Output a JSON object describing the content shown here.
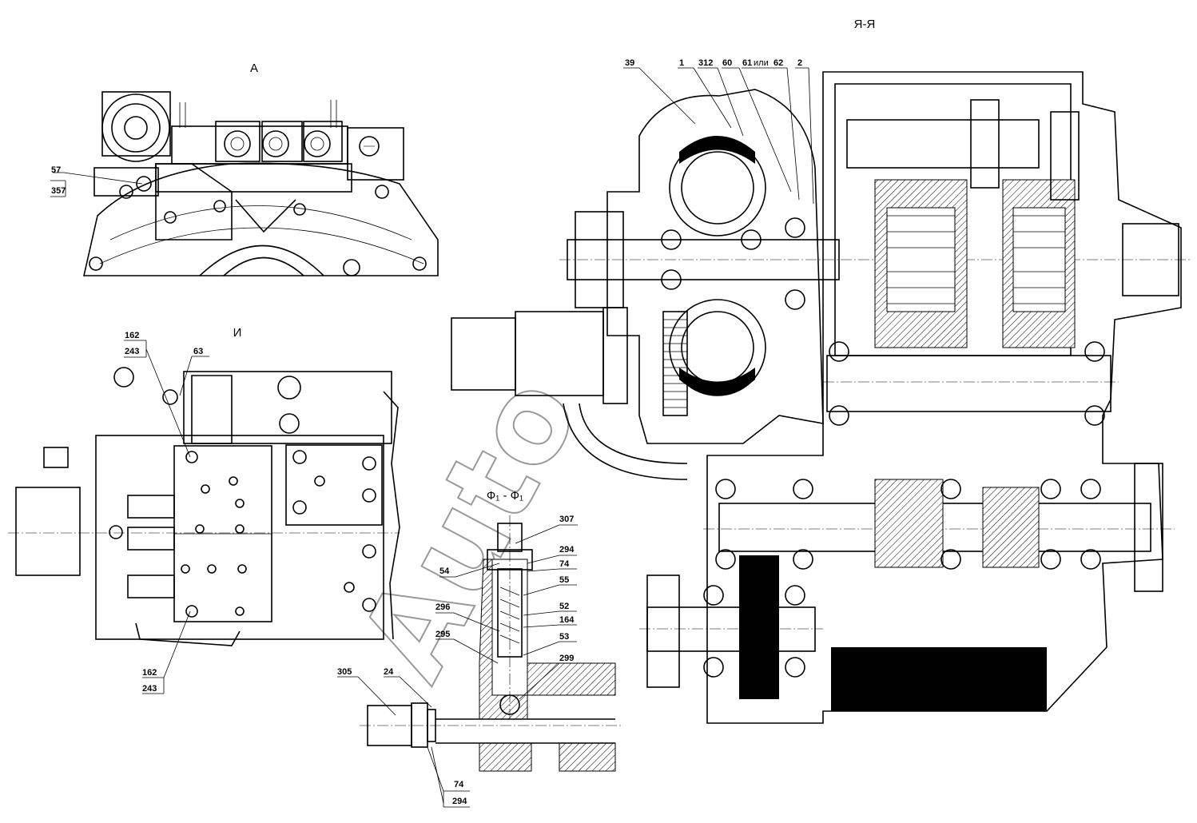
{
  "views": {
    "a": {
      "title": "А",
      "labels": [
        "57",
        "357"
      ]
    },
    "i": {
      "title": "И",
      "labels": [
        "162",
        "243",
        "63",
        "162",
        "243"
      ]
    },
    "f": {
      "title": "Ф₁ - Ф₁",
      "labels": [
        "307",
        "294",
        "74",
        "54",
        "55",
        "52",
        "164",
        "296",
        "53",
        "295",
        "299",
        "305",
        "24",
        "74",
        "294"
      ]
    },
    "ya": {
      "title": "Я-Я",
      "labels": [
        "39",
        "1",
        "312",
        "60",
        "61",
        "2"
      ],
      "label_or": "или",
      "label_62": "62"
    }
  },
  "watermark": "Auto"
}
